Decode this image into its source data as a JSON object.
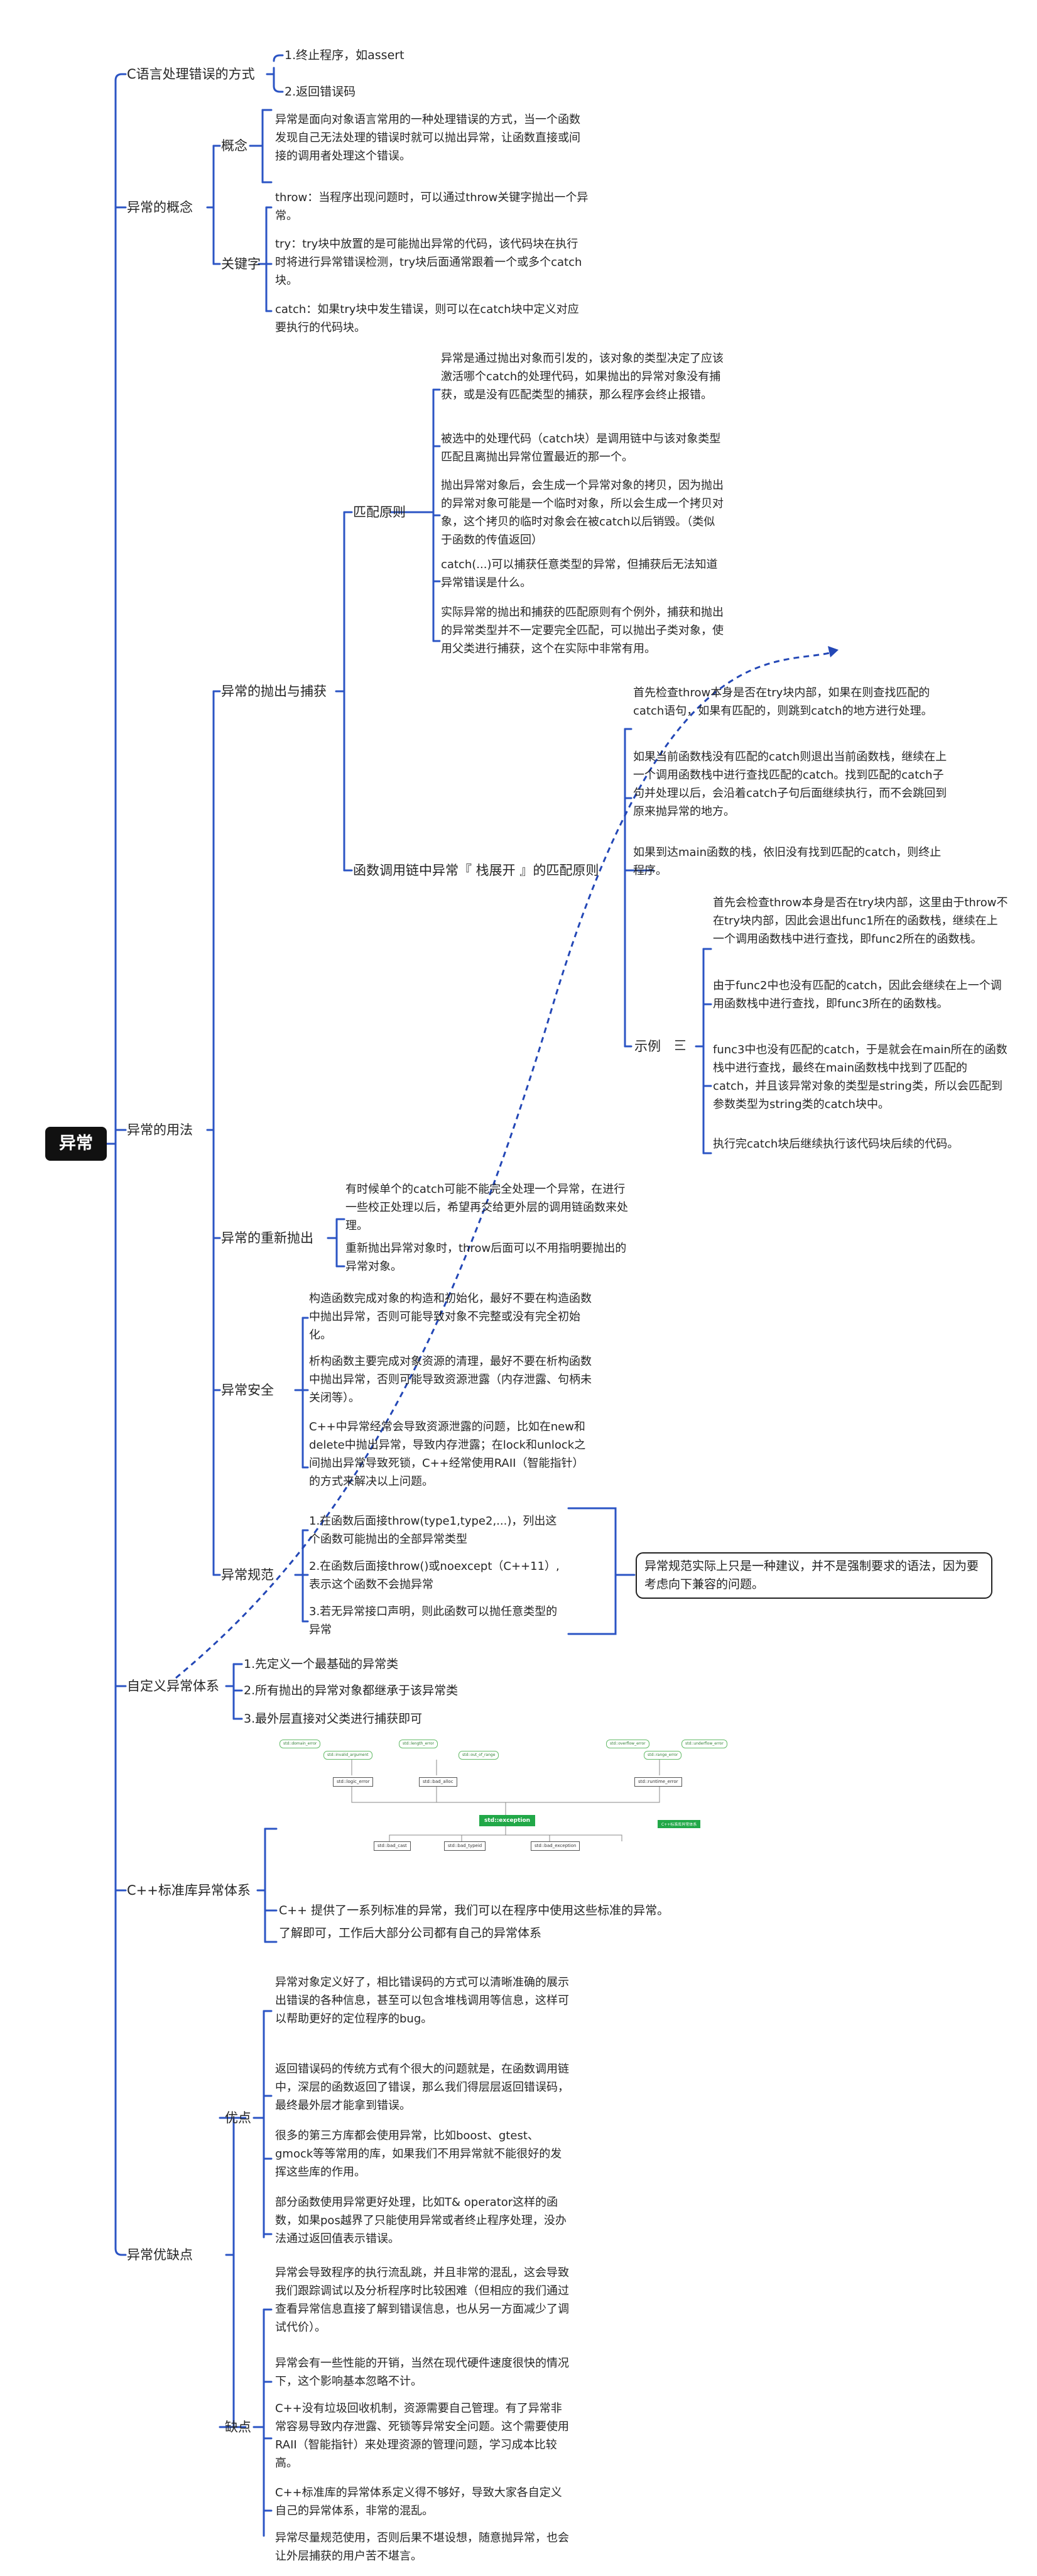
{
  "root": "异常",
  "errorHandling": {
    "label": "C语言处理错误的方式",
    "items": [
      "1.终止程序，如assert",
      "2.返回错误码"
    ]
  },
  "concept": {
    "label": "异常的概念",
    "def": {
      "label": "概念",
      "text": "异常是面向对象语言常用的一种处理错误的方式，当一个函数发现自己无法处理的错误时就可以抛出异常，让函数直接或间接的调用者处理这个错误。"
    },
    "keywords": {
      "label": "关键字",
      "items": [
        "throw：当程序出现问题时，可以通过throw关键字抛出一个异常。",
        "try：try块中放置的是可能抛出异常的代码，该代码块在执行时将进行异常错误检测，try块后面通常跟着一个或多个catch块。",
        "catch：如果try块中发生错误，则可以在catch块中定义对应要执行的代码块。"
      ]
    }
  },
  "usage": {
    "label": "异常的用法",
    "throwCatch": {
      "label": "异常的抛出与捕获",
      "match": {
        "label": "匹配原则",
        "items": [
          "异常是通过抛出对象而引发的，该对象的类型决定了应该激活哪个catch的处理代码，如果抛出的异常对象没有捕获，或是没有匹配类型的捕获，那么程序会终止报错。",
          "被选中的处理代码（catch块）是调用链中与该对象类型匹配且离抛出异常位置最近的那一个。",
          "抛出异常对象后，会生成一个异常对象的拷贝，因为抛出的异常对象可能是一个临时对象，所以会生成一个拷贝对象，这个拷贝的临时对象会在被catch以后销毁。（类似于函数的传值返回）",
          "catch(...)可以捕获任意类型的异常，但捕获后无法知道异常错误是什么。",
          "实际异常的抛出和捕获的匹配原则有个例外，捕获和抛出的异常类型并不一定要完全匹配，可以抛出子类对象，使用父类进行捕获，这个在实际中非常有用。"
        ]
      },
      "unwind": {
        "label": "函数调用链中异常『 栈展开 』的匹配原则",
        "items": [
          "首先检查throw本身是否在try块内部，如果在则查找匹配的catch语句，如果有匹配的，则跳到catch的地方进行处理。",
          "如果当前函数栈没有匹配的catch则退出当前函数栈，继续在上一个调用函数栈中进行查找匹配的catch。找到匹配的catch子句并处理以后，会沿着catch子句后面继续执行，而不会跳回到原来抛异常的地方。",
          "如果到达main函数的栈，依旧没有找到匹配的catch，则终止程序。"
        ],
        "example": {
          "label": "示例",
          "items": [
            "首先会检查throw本身是否在try块内部，这里由于throw不在try块内部，因此会退出func1所在的函数栈，继续在上一个调用函数栈中进行查找，即func2所在的函数栈。",
            "由于func2中也没有匹配的catch，因此会继续在上一个调用函数栈中进行查找，即func3所在的函数栈。",
            "func3中也没有匹配的catch，于是就会在main所在的函数栈中进行查找，最终在main函数栈中找到了匹配的catch，并且该异常对象的类型是string类，所以会匹配到参数类型为string类的catch块中。",
            "执行完catch块后继续执行该代码块后续的代码。"
          ]
        }
      }
    },
    "rethrow": {
      "label": "异常的重新抛出",
      "items": [
        "有时候单个的catch可能不能完全处理一个异常，在进行一些校正处理以后，希望再交给更外层的调用链函数来处理。",
        "重新抛出异常对象时，throw后面可以不用指明要抛出的异常对象。"
      ]
    },
    "safety": {
      "label": "异常安全",
      "items": [
        "构造函数完成对象的构造和初始化，最好不要在构造函数中抛出异常，否则可能导致对象不完整或没有完全初始化。",
        "析构函数主要完成对象资源的清理，最好不要在析构函数中抛出异常，否则可能导致资源泄露（内存泄露、句柄未关闭等）。",
        "C++中异常经常会导致资源泄露的问题，比如在new和delete中抛出异常，导致内存泄露；在lock和unlock之间抛出异常导致死锁，C++经常使用RAII（智能指针）的方式来解决以上问题。"
      ]
    },
    "spec": {
      "label": "异常规范",
      "items": [
        "1.在函数后面接throw(type1,type2,...)，列出这个函数可能抛出的全部异常类型",
        "2.在函数后面接throw()或noexcept（C++11）,表示这个函数不会抛异常",
        "3.若无异常接口声明，则此函数可以抛任意类型的异常"
      ],
      "note": "异常规范实际上只是一种建议，并不是强制要求的语法，因为要考虑向下兼容的问题。"
    }
  },
  "custom": {
    "label": "自定义异常体系",
    "items": [
      "1.先定义一个最基础的异常类",
      "2.所有抛出的异常对象都继承于该异常类",
      "3.最外层直接对父类进行捕获即可"
    ]
  },
  "stdlib": {
    "label": "C++标准库异常体系",
    "items": [
      "C++ 提供了一系列标准的异常，我们可以在程序中使用这些标准的异常。",
      "了解即可，工作后大部分公司都有自己的异常体系"
    ],
    "diagram": {
      "center": "std::exception",
      "level1": [
        "std::logic_error",
        "std::bad_alloc",
        "std::bad_cast",
        "std::bad_typeid",
        "std::bad_exception",
        "std::runtime_error"
      ],
      "top": [
        "std::domain_error",
        "std::invalid_argument",
        "std::length_error",
        "std::out_of_range",
        "std::overflow_error",
        "std::range_error",
        "std::underflow_error"
      ],
      "tag": "C++标准库异常体系"
    }
  },
  "proscons": {
    "label": "异常优缺点",
    "pros": {
      "label": "优点",
      "items": [
        "异常对象定义好了，相比错误码的方式可以清晰准确的展示出错误的各种信息，甚至可以包含堆栈调用等信息，这样可以帮助更好的定位程序的bug。",
        "返回错误码的传统方式有个很大的问题就是，在函数调用链中，深层的函数返回了错误，那么我们得层层返回错误码，最终最外层才能拿到错误。",
        "很多的第三方库都会使用异常，比如boost、gtest、gmock等等常用的库，如果我们不用异常就不能很好的发挥这些库的作用。",
        "部分函数使用异常更好处理，比如T& operator这样的函数，如果pos越界了只能使用异常或者终止程序处理，没办法通过返回值表示错误。"
      ]
    },
    "cons": {
      "label": "缺点",
      "items": [
        "异常会导致程序的执行流乱跳，并且非常的混乱，这会导致我们跟踪调试以及分析程序时比较困难（但相应的我们通过查看异常信息直接了解到错误信息，也从另一方面减少了调试代价）。",
        "异常会有一些性能的开销，当然在现代硬件速度很快的情况下，这个影响基本忽略不计。",
        "C++没有垃圾回收机制，资源需要自己管理。有了异常非常容易导致内存泄露、死锁等异常安全问题。这个需要使用RAII（智能指针）来处理资源的管理问题，学习成本比较高。",
        "C++标准库的异常体系定义得不够好，导致大家各自定义自己的异常体系，非常的混乱。",
        "异常尽量规范使用，否则后果不堪设想，随意抛异常，也会让外层捕获的用户苦不堪言。"
      ]
    }
  },
  "colors": {
    "line": "#2b54c4",
    "dashed": "#2347b6",
    "root": "#111111",
    "accent": "#21a848"
  }
}
